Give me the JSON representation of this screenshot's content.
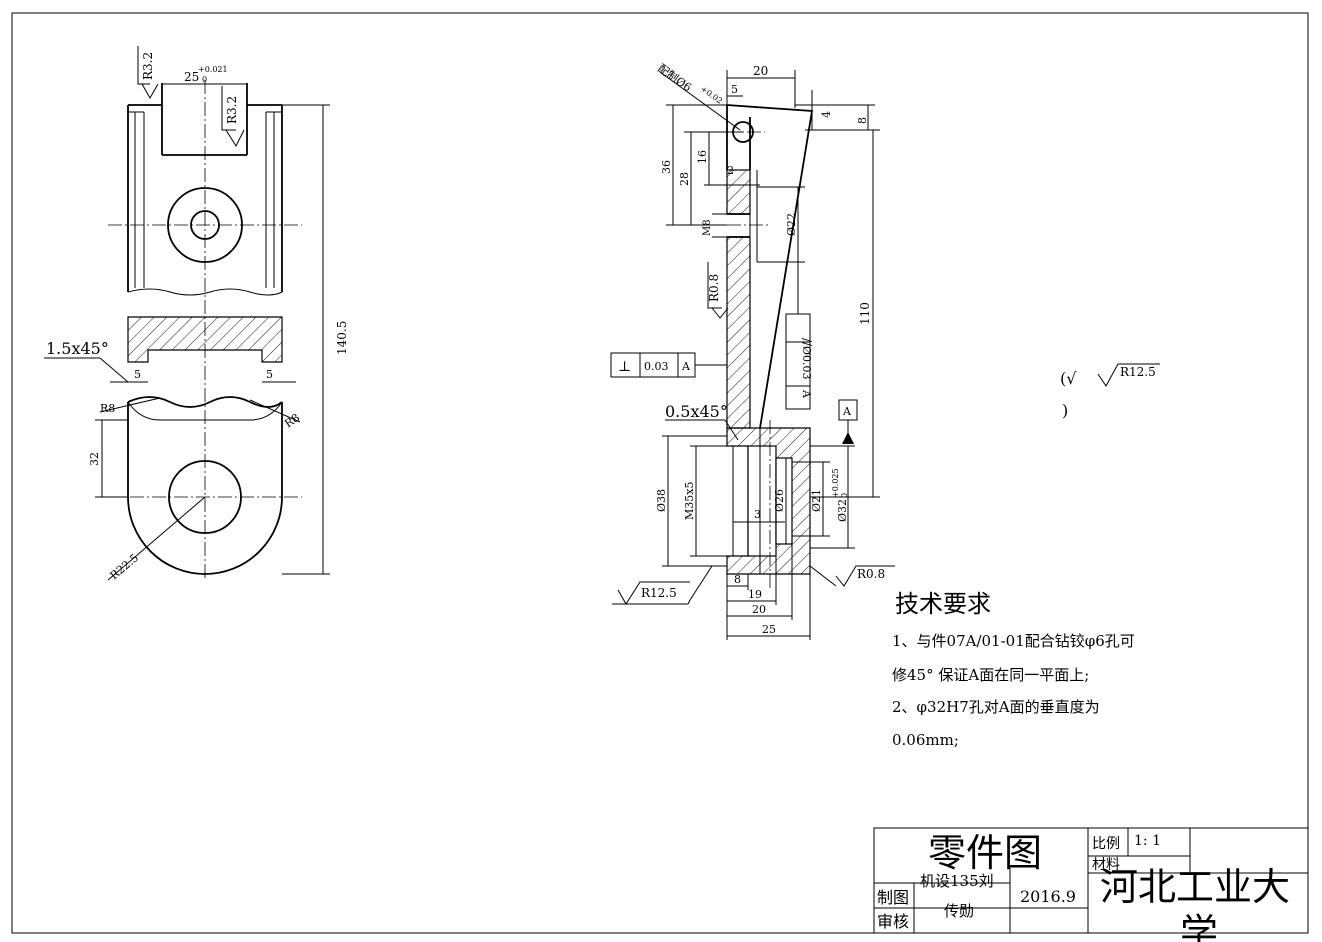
{
  "left_view": {
    "roughness_top1": "R3.2",
    "roughness_top2": "R3.2",
    "width_dim": "25",
    "width_tol_upper": "+0.021",
    "width_tol_lower": "0",
    "height_dim": "140.5",
    "chamfer": "1.5x45°",
    "dim_5_left": "5",
    "dim_5_right": "5",
    "radius_left": "R8",
    "radius_right": "R8",
    "dim_32": "32",
    "radius_bottom": "R22.5"
  },
  "right_view": {
    "note_ream": "配制Ø6",
    "note_ream_tol_upper": "+0.02",
    "note_ream_tol_lower": "0",
    "dim_20_top": "20",
    "dim_5_top": "5",
    "dim_4": "4",
    "dim_8_right": "8",
    "dim_36": "36",
    "dim_28": "28",
    "dim_16": "16",
    "dim_2": "2",
    "dim_m8": "M8",
    "dim_22": "Ø22",
    "roughness_mid": "R0.8",
    "dim_110": "110",
    "perp_symbol": "⊥",
    "perp_value": "0.03",
    "perp_datum": "A",
    "parallel_symbol": "//",
    "parallel_value": "Ø0.03",
    "parallel_datum": "A",
    "chamfer": "0.5x45°",
    "datum_label": "A",
    "dim_38": "Ø38",
    "dim_m35": "M35x5",
    "dim_26": "Ø26",
    "dim_21": "Ø21",
    "dim_32": "Ø32",
    "dim_32_tol_upper": "+0.025",
    "dim_32_tol_lower": "0",
    "dim_3": "3",
    "dim_8_bottom": "8",
    "dim_19": "19",
    "dim_20_bottom": "20",
    "dim_25": "25",
    "roughness_left": "R12.5",
    "roughness_right": "R0.8"
  },
  "general_roughness": {
    "open": "(√",
    "value": "R12.5",
    "close": ")"
  },
  "tech_requirements": {
    "title": "技术要求",
    "lines": [
      "1、与件07A/01-01配合钻铰φ6孔可",
      "修45° 保证A面在同一平面上;",
      "2、φ32H7孔对A面的垂直度为",
      "0.06mm;"
    ]
  },
  "title_block": {
    "drawing_name": "零件图",
    "scale_label": "比例",
    "scale_value": "1: 1",
    "material_label": "材料",
    "designer": "机设135刘",
    "designer2": "传勋",
    "drawn_label": "制图",
    "checked_label": "审核",
    "date": "2016.9",
    "school": "河北工业大",
    "school_overflow": "学"
  }
}
